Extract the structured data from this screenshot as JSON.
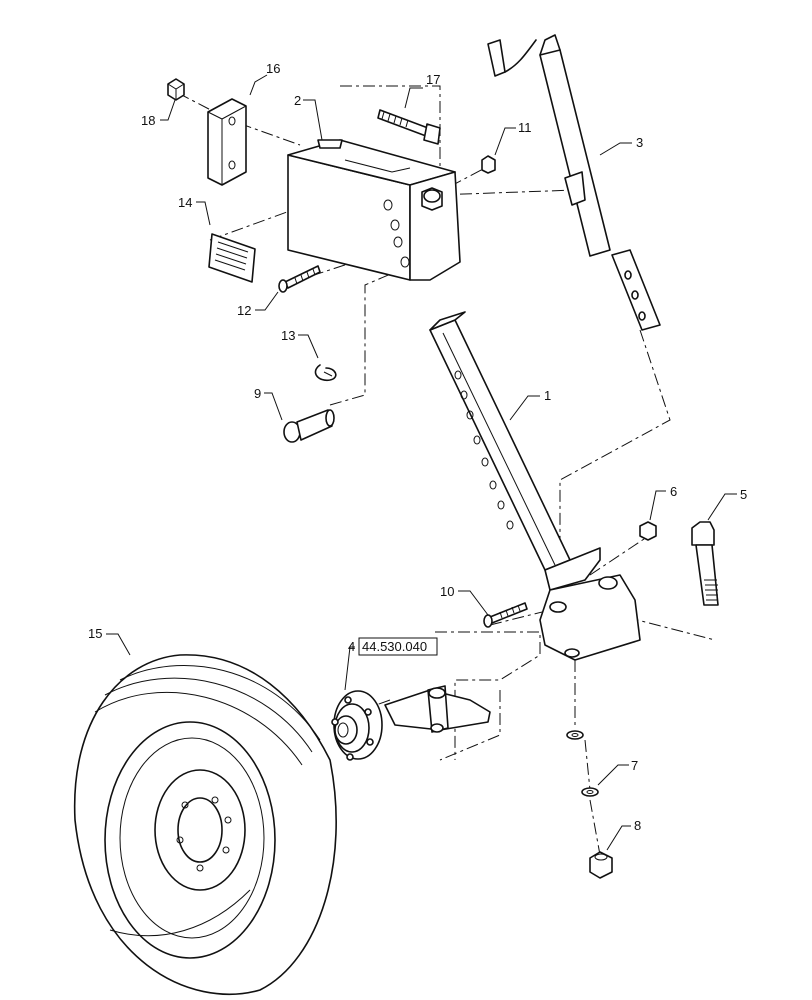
{
  "callouts": {
    "c1": "1",
    "c2": "2",
    "c3": "3",
    "c4": "4",
    "c5": "5",
    "c6": "6",
    "c7": "7",
    "c8": "8",
    "c9": "9",
    "c10": "10",
    "c11": "11",
    "c12": "12",
    "c13": "13",
    "c14": "14",
    "c15": "15",
    "c16": "16",
    "c17": "17",
    "c18": "18"
  },
  "reference": {
    "hub_ref": "44.530.040"
  },
  "colors": {
    "line": "#111111",
    "background": "#ffffff"
  },
  "icons": [
    "tire-wheel-icon",
    "hub-icon",
    "spindle-icon",
    "leg-icon",
    "mount-bracket-icon",
    "jack-crank-icon"
  ]
}
